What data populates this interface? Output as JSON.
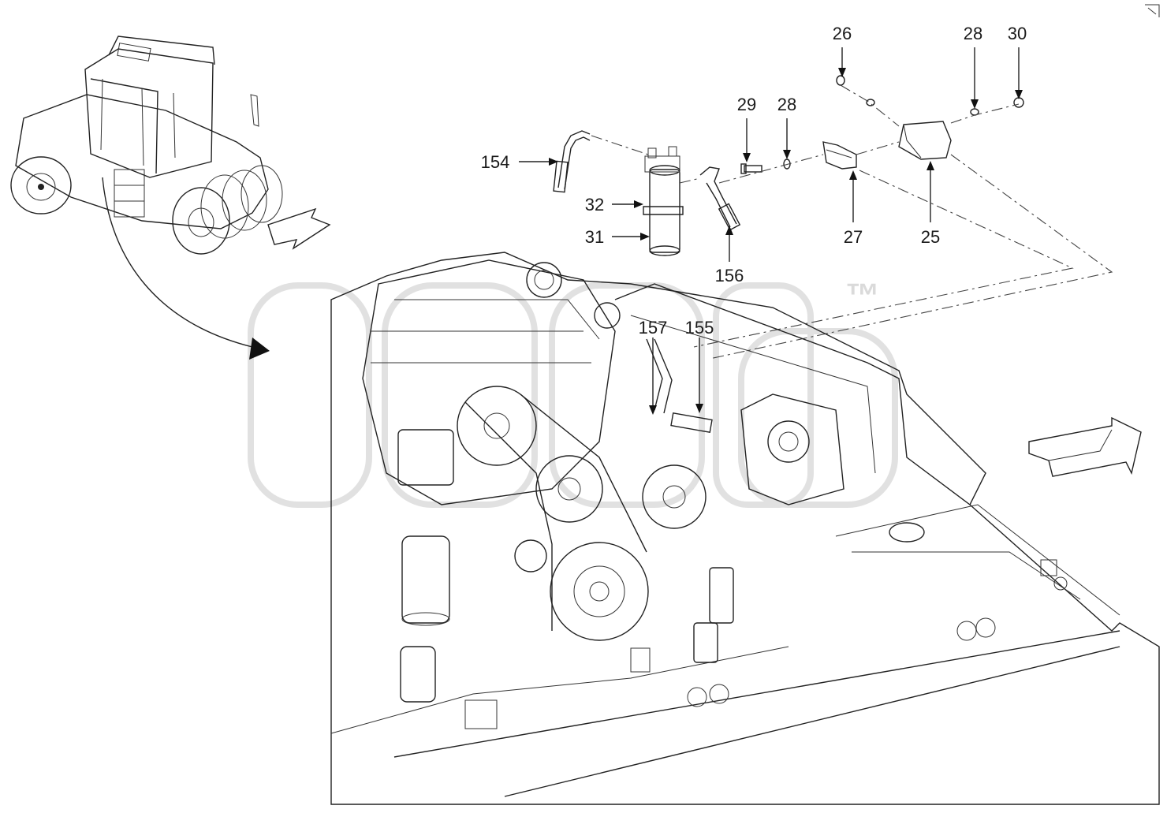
{
  "watermark": {
    "trademark": "™"
  },
  "callouts": [
    {
      "id": "c26",
      "text": "26"
    },
    {
      "id": "c28a",
      "text": "28"
    },
    {
      "id": "c30",
      "text": "30"
    },
    {
      "id": "c29",
      "text": "29"
    },
    {
      "id": "c28b",
      "text": "28"
    },
    {
      "id": "c154",
      "text": "154"
    },
    {
      "id": "c32",
      "text": "32"
    },
    {
      "id": "c31",
      "text": "31"
    },
    {
      "id": "c156",
      "text": "156"
    },
    {
      "id": "c27",
      "text": "27"
    },
    {
      "id": "c25",
      "text": "25"
    },
    {
      "id": "c157",
      "text": "157"
    },
    {
      "id": "c155",
      "text": "155"
    }
  ],
  "colors": {
    "line": "#222222",
    "watermark": "#d8d8d8",
    "background": "#ffffff"
  }
}
